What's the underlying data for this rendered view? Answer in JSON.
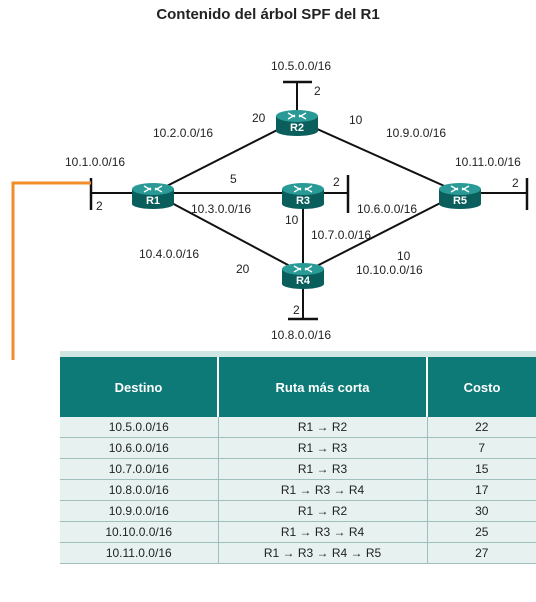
{
  "title": "Contenido del árbol SPF del R1",
  "routers": {
    "r1": "R1",
    "r2": "R2",
    "r3": "R3",
    "r4": "R4",
    "r5": "R5"
  },
  "networks": {
    "n1": "10.1.0.0/16",
    "n2": "10.2.0.0/16",
    "n3": "10.3.0.0/16",
    "n4": "10.4.0.0/16",
    "n5": "10.5.0.0/16",
    "n6": "10.6.0.0/16",
    "n7": "10.7.0.0/16",
    "n8": "10.8.0.0/16",
    "n9": "10.9.0.0/16",
    "n10": "10.10.0.0/16",
    "n11": "10.11.0.0/16"
  },
  "costs": {
    "r1_lan": "2",
    "r1_r2": "20",
    "r1_r3": "5",
    "r1_r4": "20",
    "r2_lan": "2",
    "r2_r5": "10",
    "r3_lan": "2",
    "r3_r4": "10",
    "r4_lan": "2",
    "r4_r5": "10",
    "r5_lan": "2"
  },
  "table": {
    "headers": [
      "Destino",
      "Ruta más corta",
      "Costo"
    ],
    "rows": [
      [
        "10.5.0.0/16",
        "R1 → R2",
        "22"
      ],
      [
        "10.6.0.0/16",
        "R1 → R3",
        "7"
      ],
      [
        "10.7.0.0/16",
        "R1 → R3",
        "15"
      ],
      [
        "10.8.0.0/16",
        "R1 → R3 → R4",
        "17"
      ],
      [
        "10.9.0.0/16",
        "R1 → R2",
        "30"
      ],
      [
        "10.10.0.0/16",
        "R1 → R3 → R4",
        "25"
      ],
      [
        "10.11.0.0/16",
        "R1 → R3 → R4 → R5",
        "27"
      ]
    ]
  },
  "colors": {
    "accent": "#f28c28",
    "router": "#0e7a78",
    "header": "#0e7a78",
    "row": "#e6f1f0"
  }
}
